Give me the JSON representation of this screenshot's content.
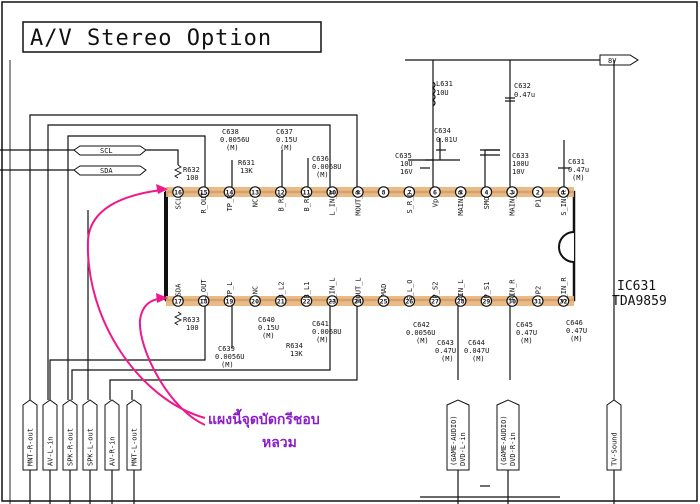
{
  "title": "A/V Stereo Option",
  "ic": {
    "ref": "IC631",
    "part": "TDA9859"
  },
  "net": {
    "bv": "8V",
    "scl": "SCL",
    "sda": "SDA"
  },
  "top_pins": [
    {
      "num": "16",
      "label": "SCL"
    },
    {
      "num": "15",
      "label": "R_OUT"
    },
    {
      "num": "14",
      "label": "TP_R"
    },
    {
      "num": "13",
      "label": "NC"
    },
    {
      "num": "12",
      "label": "B_R2"
    },
    {
      "num": "11",
      "label": "B_R1"
    },
    {
      "num": "10",
      "label": "L_IN_R"
    },
    {
      "num": "9",
      "label": "MOUT_R"
    },
    {
      "num": "8",
      "label": ""
    },
    {
      "num": "7",
      "label": "S_R_O"
    },
    {
      "num": "6",
      "label": "Vp"
    },
    {
      "num": "5",
      "label": "MAIN_R"
    },
    {
      "num": "4",
      "label": "SMO"
    },
    {
      "num": "3",
      "label": "MAIN_L"
    },
    {
      "num": "2",
      "label": "P1"
    },
    {
      "num": "1",
      "label": "S_IN_R"
    }
  ],
  "bottom_pins": [
    {
      "num": "17",
      "label": "SDA"
    },
    {
      "num": "18",
      "label": "L_OUT"
    },
    {
      "num": "19",
      "label": "TP_L"
    },
    {
      "num": "20",
      "label": "NC"
    },
    {
      "num": "21",
      "label": "B_L2"
    },
    {
      "num": "22",
      "label": "B_L1"
    },
    {
      "num": "23",
      "label": "L_IN_L"
    },
    {
      "num": "24",
      "label": "MOUT_L"
    },
    {
      "num": "25",
      "label": "MAD"
    },
    {
      "num": "26",
      "label": "S_L_O"
    },
    {
      "num": "27",
      "label": "P_S2"
    },
    {
      "num": "28",
      "label": "AIN_L"
    },
    {
      "num": "29",
      "label": "P_S1"
    },
    {
      "num": "30",
      "label": "AIN_R"
    },
    {
      "num": "31",
      "label": "P2"
    },
    {
      "num": "32",
      "label": "S_IN_R"
    }
  ],
  "components": {
    "l631": {
      "ref": "L631",
      "val": "10U"
    },
    "c632": {
      "ref": "C632",
      "val": "0.47u"
    },
    "c634": {
      "ref": "C634",
      "val": "0.01U"
    },
    "c635": {
      "ref": "C635",
      "val": "10U",
      "v": "16V"
    },
    "c633": {
      "ref": "C633",
      "val": "100U",
      "v": "10V"
    },
    "c631": {
      "ref": "C631",
      "val": "0.47u",
      "m": "(M)"
    },
    "c638": {
      "ref": "C638",
      "val": "0.0056U",
      "m": "(M)"
    },
    "c637": {
      "ref": "C637",
      "val": "0.15U",
      "m": "(M)"
    },
    "r631": {
      "ref": "R631",
      "val": "13K"
    },
    "c636": {
      "ref": "C636",
      "val": "0.0068U",
      "m": "(M)"
    },
    "r632": {
      "ref": "R632",
      "val": "100"
    },
    "r633": {
      "ref": "R633",
      "val": "100"
    },
    "c639": {
      "ref": "C639",
      "val": "0.0056U",
      "m": "(M)"
    },
    "c640": {
      "ref": "C640",
      "val": "0.15U",
      "m": "(M)"
    },
    "r634": {
      "ref": "R634",
      "val": "13K"
    },
    "c641": {
      "ref": "C641",
      "val": "0.0068U",
      "m": "(M)"
    },
    "c642": {
      "ref": "C642",
      "val": "0.0056U",
      "m": "(M)"
    },
    "c643": {
      "ref": "C643",
      "val": "0.47U",
      "m": "(M)"
    },
    "c644": {
      "ref": "C644",
      "val": "0.047U",
      "m": "(M)"
    },
    "c645": {
      "ref": "C645",
      "val": "0.47U",
      "m": "(M)"
    },
    "c646": {
      "ref": "C646",
      "val": "0.47U",
      "m": "(M)"
    }
  },
  "connectors": [
    "MNT-R-out",
    "AV-L-in",
    "SPK-R-out",
    "SPK-L-out",
    "AV-R-in",
    "MNT-L-out",
    "(GAME-AUDIO) DVD-L-in",
    "(GAME-AUDIO) DVD-R-in",
    "TV-Sound"
  ],
  "annotation": {
    "line1": "แผงนี้จุดบัดกรีชอบ",
    "line2": "หลวม"
  },
  "colors": {
    "highlight": "#e8b27a",
    "annotation": "#8a1fc9",
    "arrow": "#ee1a8c"
  }
}
